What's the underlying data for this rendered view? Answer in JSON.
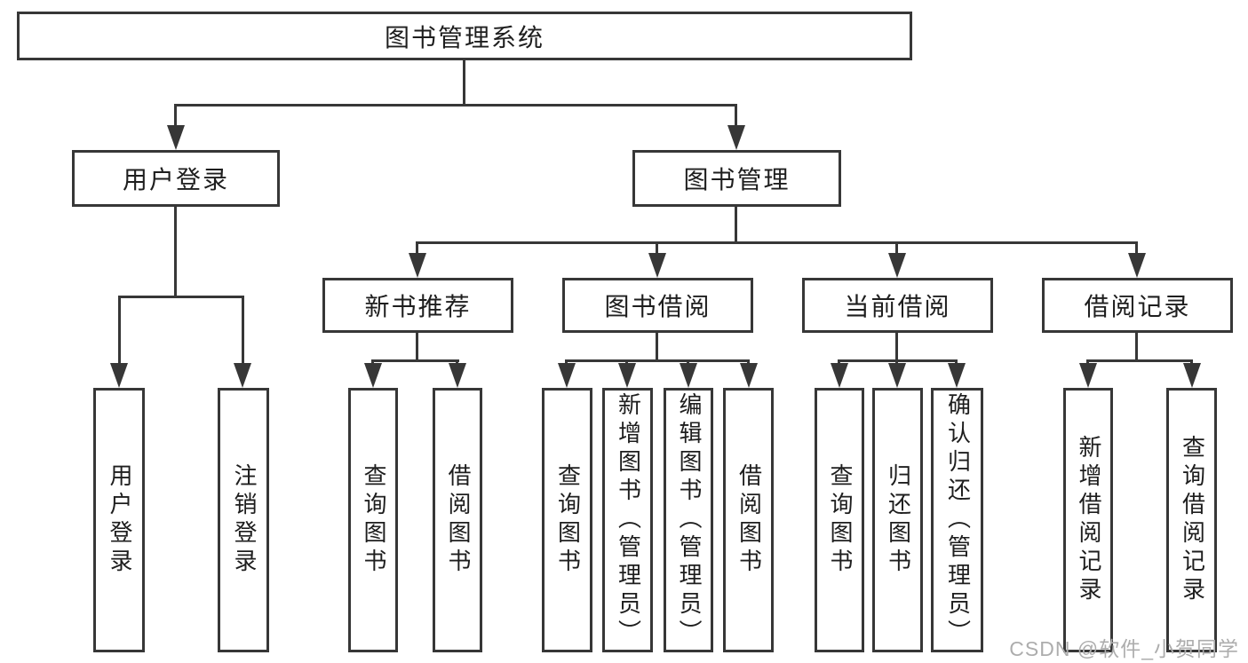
{
  "tree": {
    "label": "图书管理系统",
    "children": [
      {
        "label": "用户登录",
        "children": [
          {
            "label": "用户登录"
          },
          {
            "label": "注销登录"
          }
        ]
      },
      {
        "label": "图书管理",
        "children": [
          {
            "label": "新书推荐",
            "children": [
              {
                "label": "查询图书"
              },
              {
                "label": "借阅图书"
              }
            ]
          },
          {
            "label": "图书借阅",
            "children": [
              {
                "label": "查询图书"
              },
              {
                "label": "新增图书（管理员）"
              },
              {
                "label": "编辑图书（管理员）"
              },
              {
                "label": "借阅图书"
              }
            ]
          },
          {
            "label": "当前借阅",
            "children": [
              {
                "label": "查询图书"
              },
              {
                "label": "归还图书"
              },
              {
                "label": "确认归还（管理员）"
              }
            ]
          },
          {
            "label": "借阅记录",
            "children": [
              {
                "label": "新增借阅记录"
              },
              {
                "label": "查询借阅记录"
              }
            ]
          }
        ]
      }
    ]
  },
  "watermark": {
    "text": "CSDN @软件_小贺同学"
  },
  "colors": {
    "line": "#373737",
    "box_border": "#373737",
    "text": "#1e1e1e",
    "watermark": "#adadad",
    "background": "#ffffff"
  }
}
